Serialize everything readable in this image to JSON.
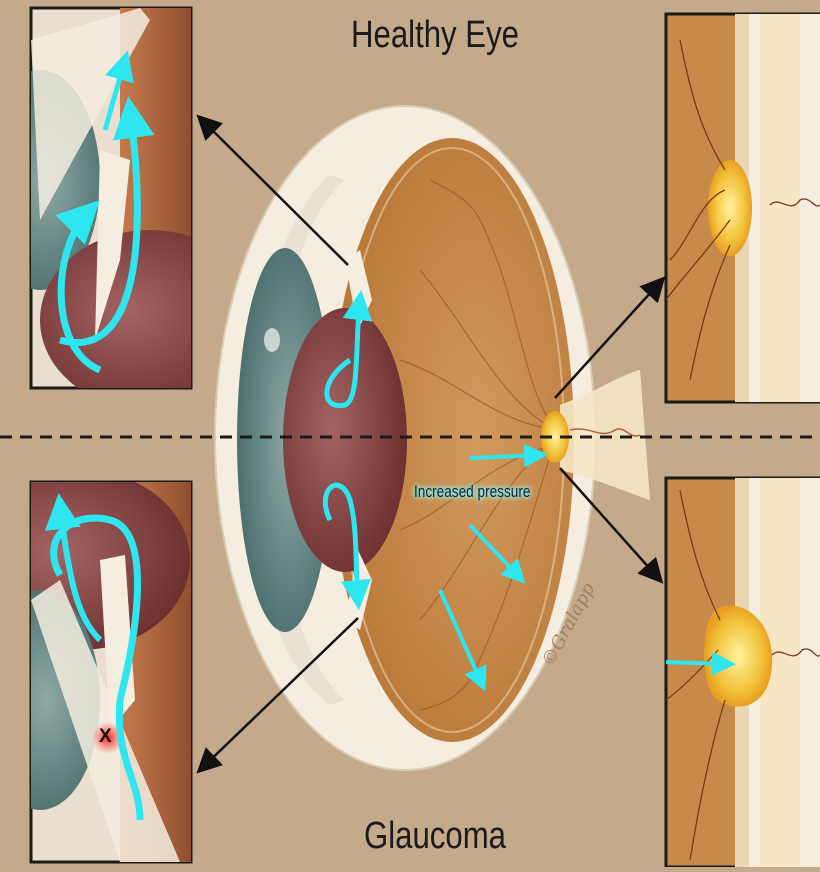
{
  "titles": {
    "top": "Healthy Eye",
    "bottom": "Glaucoma"
  },
  "labels": {
    "pressure": "Increased pressure",
    "blockage": "X"
  },
  "signature": "©Gralapp",
  "colors": {
    "background": "#c4a98a",
    "flow_arrow": "#2ee6f0",
    "iris": "#5f8585",
    "retina": "#c88a4a",
    "optic_disc": "#f2c23a",
    "sclera": "#f4ede0"
  },
  "icons": [
    "flow-arrow-icon",
    "pointer-arrow-icon",
    "blockage-x-icon"
  ]
}
